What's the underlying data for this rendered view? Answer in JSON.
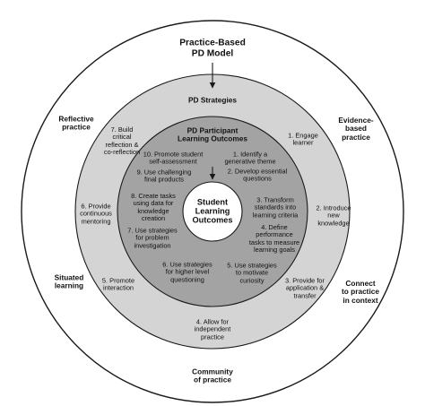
{
  "title": "Practice-Based\nPD Model",
  "outer_labels": {
    "reflective": "Reflective\npractice",
    "evidence": "Evidence-\nbased\npractice",
    "situated": "Situated\nlearning",
    "connect": "Connect\nto practice\nin context",
    "community": "Community\nof practice"
  },
  "pd_strategies": {
    "title": "PD Strategies",
    "items": [
      "1. Engage\nlearner",
      "2. Introduce\nnew\nknowledge",
      "3. Provide for\napplication &\ntransfer",
      "4. Allow for\nindependent\npractice",
      "5. Promote\ninteraction",
      "6. Provide\ncontinuous\nmentoring",
      "7. Build\ncritical\nreflection &\nco-reflection"
    ]
  },
  "participant_outcomes": {
    "title": "PD Participant\nLearning Outcomes",
    "items": [
      "1. Identify a\ngenerative theme",
      "2. Develop essential\nquestions",
      "3. Transform\nstandards into\nlearning criteria",
      "4. Define\nperformance\ntasks to measure\nlearning goals",
      "5. Use strategies\nto motivate\ncuriosity",
      "6. Use strategies\nfor higher level\nquestioning",
      "7. Use strategies\nfor problem\ninvestigation",
      "8. Create tasks\nusing data for\nknowledge\ncreation",
      "9. Use challenging\nfinal products",
      "10. Promote student\nself-assessment"
    ]
  },
  "center": "Student\nLearning\nOutcomes",
  "colors": {
    "background": "#ffffff",
    "outer_ring": "#ffffff",
    "strategies_ring": "#d4d4d4",
    "outcomes_ring": "#a3a3a3",
    "center": "#ffffff",
    "stroke": "#1a1a1a",
    "text": "#111111"
  }
}
